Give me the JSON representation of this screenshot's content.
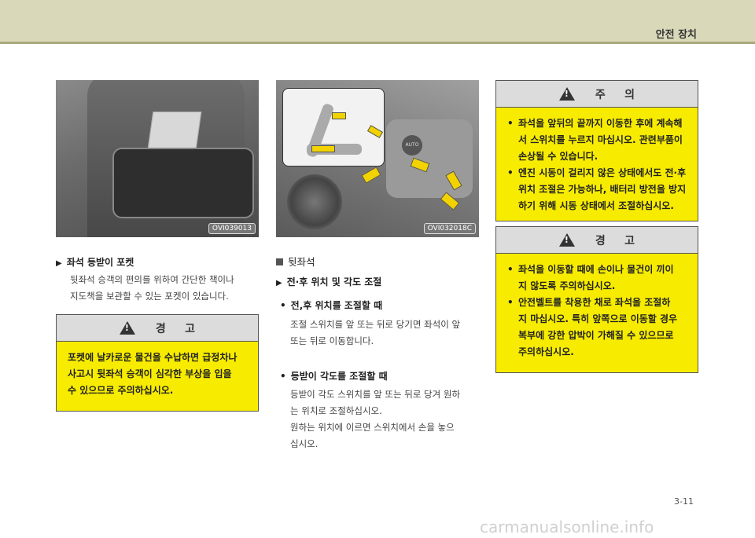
{
  "header": {
    "title": "안전 장치"
  },
  "photos": {
    "left_code": "OVI039013",
    "right_code": "OVI032018C",
    "auto_label": "AUTO"
  },
  "left": {
    "section_title": "좌석 등받이 포켓",
    "body": [
      "뒷좌석 승객의 편의를 위하여 간단한 책이나",
      "지도책을 보관할 수 있는 포켓이 있습니다."
    ],
    "warning": {
      "head": "경     고",
      "lines": [
        "포켓에 날카로운 물건을 수납하면 급정차나",
        "사고시 뒷좌석 승객이 심각한 부상을 입을",
        "수 있으므로 주의하십시오."
      ]
    }
  },
  "middle": {
    "category": "뒷좌석",
    "section_title": "전·후 위치 및 각도 조절",
    "bullet1": {
      "title": "전,후 위치를 조절할 때",
      "body": [
        "조절 스위치를 앞 또는 뒤로 당기면 좌석이 앞",
        "또는 뒤로 이동합니다."
      ]
    },
    "bullet2": {
      "title": "등받이 각도를 조절할 때",
      "body": [
        "등받이 각도 스위치를 앞 또는 뒤로 당겨 원하",
        "는 위치로 조절하십시오.",
        "원하는 위치에 이르면 스위치에서 손을 놓으",
        "십시오."
      ]
    }
  },
  "right": {
    "caution": {
      "head": "주     의",
      "items": [
        [
          "좌석을 앞뒤의 끝까지 이동한 후에 계속해",
          "서 스위치를 누르지 마십시오. 관련부품이",
          "손상될 수 있습니다."
        ],
        [
          "엔진 시동이 걸리지 않은 상태에서도 전·후",
          "위치 조절은 가능하나, 배터리 방전을 방지",
          "하기 위해 시동 상태에서 조절하십시오."
        ]
      ]
    },
    "warning": {
      "head": "경     고",
      "items": [
        [
          "좌석을 이동할 때에 손이나 물건이 끼이",
          "지 않도록 주의하십시오."
        ],
        [
          "안전벨트를 착용한 채로 좌석을 조절하",
          "지 마십시오. 특히 앞쪽으로 이동할 경우",
          "복부에 강한 압박이 가해질 수 있으므로",
          "주의하십시오."
        ]
      ]
    }
  },
  "footer": {
    "page_number": "3-11",
    "watermark": "carmanualsonline.info"
  },
  "colors": {
    "header_bg": "#d9d9ba",
    "box_yellow": "#f7ec00",
    "box_head": "#dcdcdc"
  }
}
